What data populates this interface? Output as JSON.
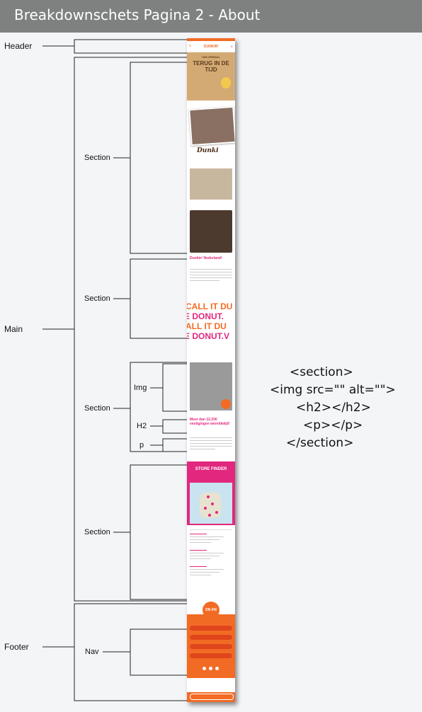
{
  "title": "Breakdownschets Pagina 2 - About",
  "labels": {
    "header": "Header",
    "main": "Main",
    "footer": "Footer",
    "section": "Section",
    "img": "Img",
    "h2": "H2",
    "p": "p",
    "nav": "Nav"
  },
  "code_lines": [
    "<section>",
    "<img src=\"\" alt=\"\">",
    "<h2></h2>",
    "<p></p>",
    "</section>"
  ],
  "phone": {
    "logo": "DUNKIN'",
    "hero_kicker": "ONS VERHAAL",
    "hero_title": "TERUG IN DE TIJD",
    "script_logo": "Dunki",
    "nl_title": "Dunkin' Nederland!",
    "call_it": [
      "CALL IT DU",
      "E DONUT.",
      "ALL IT DU",
      "E DONUT.V"
    ],
    "vestigingen_title": "Meer dan 12.200 vestigingen wereldwijd!",
    "store_finder": "STORE FINDER",
    "footer_logo": "DN KN",
    "footer_buttons": [
      "",
      "",
      "",
      ""
    ]
  },
  "colors": {
    "title_bar": "#7f8080",
    "brand_orange": "#f26b24",
    "brand_pink": "#e1287e",
    "hero_bg": "#d4aa74"
  }
}
